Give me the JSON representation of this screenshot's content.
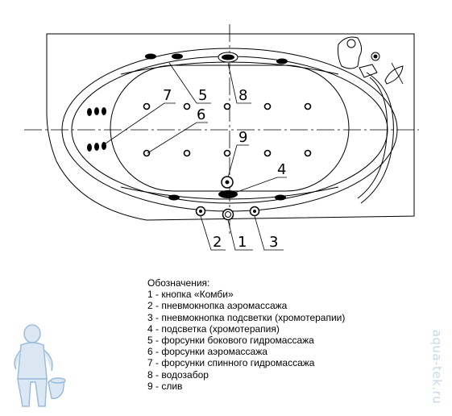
{
  "callouts": [
    "7",
    "5",
    "8",
    "6",
    "9",
    "4",
    "2",
    "1",
    "3"
  ],
  "legend": {
    "title": "Обозначения:",
    "items": [
      "1 - кнопка «Комби»",
      "2 - пневмокнопка аэромассажа",
      "3 - пневмокнопка подсветки (хромотерапии)",
      "4 - подсветка (хромотерапия)",
      "5 - форсунки бокового гидромассажа",
      "6 - форсунки аэромассажа",
      "7 - форсунки спинного гидромассажа",
      "8 - водозабор",
      "9 - слив"
    ]
  },
  "watermark": "aqua-tek.ru",
  "colors": {
    "line": "#000000",
    "watermark": "#c8d8ea",
    "mascot": "#9bbcdc"
  }
}
